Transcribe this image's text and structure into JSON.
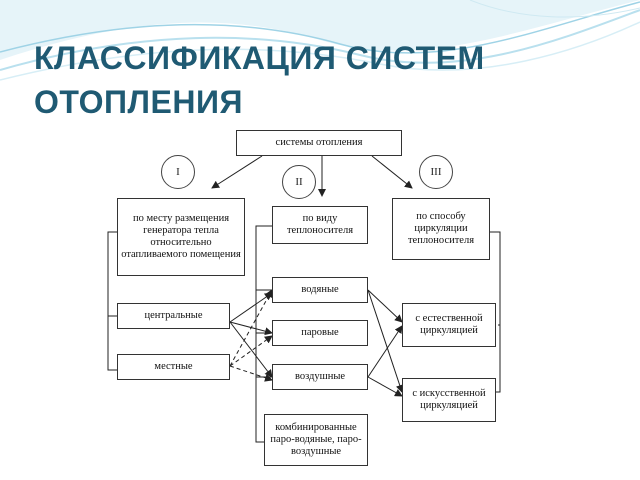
{
  "slide": {
    "title": "КЛАССИФИКАЦИЯ СИСТЕМ ОТОПЛЕНИЯ"
  },
  "diagram": {
    "root": "системы отопления",
    "groups": [
      {
        "numeral": "I",
        "label": "по месту размещения генератора тепла относительно отапливаемого помещения"
      },
      {
        "numeral": "II",
        "label": "по виду теплоносителя"
      },
      {
        "numeral": "III",
        "label": "по способу циркуляции теплоносителя"
      }
    ],
    "placement": [
      "центральные",
      "местные"
    ],
    "carrier": [
      "водяные",
      "паровые",
      "воздушные",
      "комбинированные паро-водяные, паро-воздушные"
    ],
    "circulation": [
      "с естественной циркуляцией",
      "с искусственной циркуляцией"
    ]
  },
  "colors": {
    "title": "#1f5a73",
    "wave_light": "#cfe9f2",
    "wave_mid": "#9fd3e6",
    "line": "#222222"
  }
}
